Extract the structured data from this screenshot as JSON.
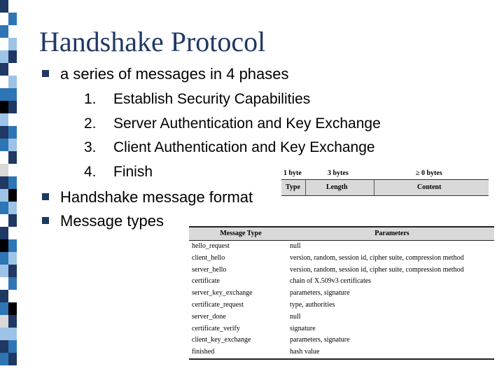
{
  "slide": {
    "title": "Handshake Protocol",
    "bullets": [
      "a series of messages in 4 phases",
      "Handshake message format",
      "Message types"
    ],
    "phases": [
      {
        "num": "1.",
        "text": "Establish Security Capabilities"
      },
      {
        "num": "2.",
        "text": "Server Authentication and Key Exchange"
      },
      {
        "num": "3.",
        "text": "Client Authentication and Key Exchange"
      },
      {
        "num": "4.",
        "text": "Finish"
      }
    ]
  },
  "format_table": {
    "sizes": [
      "1 byte",
      "3 bytes",
      "≥ 0 bytes"
    ],
    "fields": [
      "Type",
      "Length",
      "Content"
    ]
  },
  "message_types": {
    "headers": [
      "Message Type",
      "Parameters"
    ],
    "rows": [
      [
        "hello_request",
        "null"
      ],
      [
        "client_hello",
        "version, random, session id, cipher suite, compression method"
      ],
      [
        "server_hello",
        "version, random, session id, cipher suite, compression method"
      ],
      [
        "certificate",
        "chain of X.509v3 certificates"
      ],
      [
        "server_key_exchange",
        "parameters, signature"
      ],
      [
        "certificate_request",
        "type, authorities"
      ],
      [
        "server_done",
        "null"
      ],
      [
        "certificate_verify",
        "signature"
      ],
      [
        "client_key_exchange",
        "parameters, signature"
      ],
      [
        "finished",
        "hash value"
      ]
    ]
  },
  "colors": {
    "title": "#1f3864",
    "bullet": "#1f3864",
    "strip": [
      "#1f3864",
      "#2e75b6",
      "#9dc3e6",
      "#ffffff",
      "#000000",
      "#d9d9d9"
    ]
  }
}
